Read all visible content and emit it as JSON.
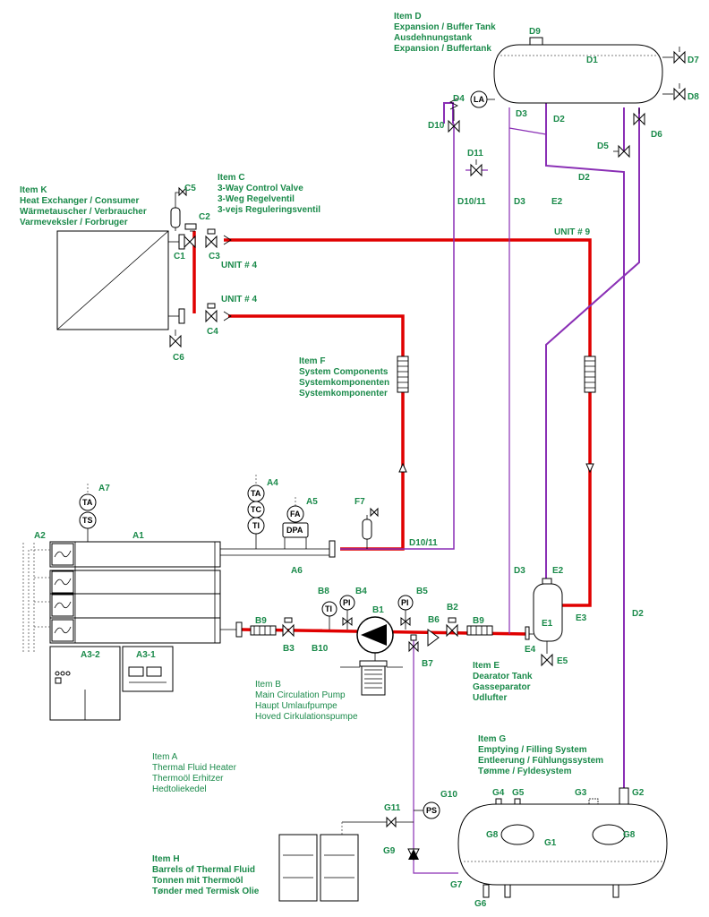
{
  "items": {
    "D": [
      "Item D",
      "Expansion / Buffer Tank",
      "Ausdehnungstank",
      "Expansion / Buffertank"
    ],
    "K": [
      "Item K",
      "Heat Exchanger / Consumer",
      "Wärmetauscher / Verbraucher",
      "Varmeveksler / Forbruger"
    ],
    "C": [
      "Item C",
      "3-Way Control Valve",
      "3-Weg Regelventil",
      "3-vejs Reguleringsventil"
    ],
    "F": [
      "Item F",
      "System Components",
      "Systemkomponenten",
      "Systemkomponenter"
    ],
    "E": [
      "Item E",
      "Dearator Tank",
      "Gasseparator",
      "Udlufter"
    ],
    "B": [
      "Item B",
      "Main Circulation Pump",
      "Haupt Umlaufpumpe",
      "Hoved Cirkulationspumpe"
    ],
    "A": [
      "Item A",
      "Thermal Fluid Heater",
      "Thermoöl Erhitzer",
      "Hedtoliekedel"
    ],
    "G": [
      "Item G",
      "Emptying / Filling System",
      "Entleerung / Fühlungssystem",
      "Tømme / Fyldesystem"
    ],
    "H": [
      "Item H",
      "Barrels of Thermal Fluid",
      "Tonnen mit Thermoöl",
      "Tønder med Termisk Olie"
    ]
  },
  "tags": {
    "D9": "D9",
    "D1": "D1",
    "D7": "D7",
    "D8": "D8",
    "D4": "D4",
    "D3a": "D3",
    "D2a": "D2",
    "D10": "D10",
    "D6": "D6",
    "D5": "D5",
    "D11": "D11",
    "D2b": "D2",
    "D1011a": "D10/11",
    "D3b": "D3",
    "E2a": "E2",
    "C5": "C5",
    "C2": "C2",
    "C1": "C1",
    "C3": "C3",
    "UNIT9": "UNIT # 9",
    "UNIT4a": "UNIT # 4",
    "UNIT4b": "UNIT # 4",
    "C4": "C4",
    "C6": "C6",
    "A7": "A7",
    "A4": "A4",
    "A5": "A5",
    "F7": "F7",
    "A2": "A2",
    "A1": "A1",
    "A6": "A6",
    "D1011b": "D10/11",
    "D3c": "D3",
    "E2b": "E2",
    "E3": "E3",
    "E1": "E1",
    "E4": "E4",
    "E5": "E5",
    "D2c": "D2",
    "B8": "B8",
    "B4": "B4",
    "B1": "B1",
    "B5": "B5",
    "B2": "B2",
    "B6": "B6",
    "B9a": "B9",
    "B9b": "B9",
    "B3": "B3",
    "B10": "B10",
    "B7": "B7",
    "A32": "A3-2",
    "A31": "A3-1",
    "G4": "G4",
    "G5": "G5",
    "G3": "G3",
    "G2": "G2",
    "G11": "G11",
    "G10": "G10",
    "G8a": "G8",
    "G1": "G1",
    "G8b": "G8",
    "G9": "G9",
    "G7": "G7",
    "G6": "G6"
  },
  "instruments": {
    "LA": "LA",
    "TA1": "TA",
    "TS": "TS",
    "TA2": "TA",
    "TC": "TC",
    "TI1": "TI",
    "FA": "FA",
    "DPA": "DPA",
    "TI2": "TI",
    "PI1": "PI",
    "PI2": "PI",
    "PS": "PS"
  },
  "colors": {
    "flow_line": "#e00000",
    "return_line": "#8a2fb5",
    "label_text": "#1a8a4a"
  }
}
